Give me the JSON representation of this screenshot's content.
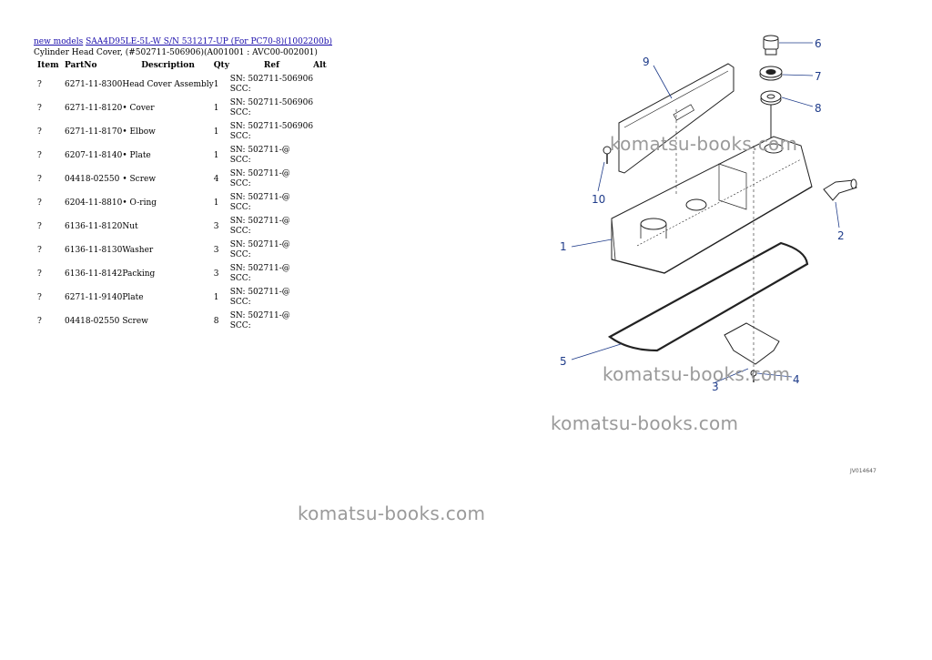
{
  "header": {
    "link1": "new models",
    "link2": "SAA4D95LE-5L-W S/N 531217-UP (For PC70-8)(1002200b)",
    "subtitle": "Cylinder Head Cover, (#502711-506906)(A001001 : AVC00-002001)"
  },
  "table": {
    "columns": [
      "Item",
      "PartNo",
      "Description",
      "Qty",
      "Ref",
      "Alt"
    ],
    "rows": [
      {
        "item": "?",
        "part": "6271-11-8300",
        "desc": "Head Cover Assembly",
        "qty": "1",
        "ref1": "SN: 502711-506906",
        "ref2": "SCC:"
      },
      {
        "item": "?",
        "part": "6271-11-8120",
        "desc": "• Cover",
        "qty": "1",
        "ref1": "SN: 502711-506906",
        "ref2": "SCC:"
      },
      {
        "item": "?",
        "part": "6271-11-8170",
        "desc": "• Elbow",
        "qty": "1",
        "ref1": "SN: 502711-506906",
        "ref2": "SCC:"
      },
      {
        "item": "?",
        "part": "6207-11-8140",
        "desc": "• Plate",
        "qty": "1",
        "ref1": "SN: 502711-@",
        "ref2": "SCC:"
      },
      {
        "item": "?",
        "part": "04418-02550",
        "desc": " • Screw",
        "qty": "4",
        "ref1": "SN: 502711-@",
        "ref2": "SCC:"
      },
      {
        "item": "?",
        "part": "6204-11-8810",
        "desc": "• O-ring",
        "qty": "1",
        "ref1": "SN: 502711-@",
        "ref2": "SCC:"
      },
      {
        "item": "?",
        "part": "6136-11-8120",
        "desc": "Nut",
        "qty": "3",
        "ref1": "SN: 502711-@",
        "ref2": "SCC:"
      },
      {
        "item": "?",
        "part": "6136-11-8130",
        "desc": "Washer",
        "qty": "3",
        "ref1": "SN: 502711-@",
        "ref2": "SCC:"
      },
      {
        "item": "?",
        "part": "6136-11-8142",
        "desc": "Packing",
        "qty": "3",
        "ref1": "SN: 502711-@",
        "ref2": "SCC:"
      },
      {
        "item": "?",
        "part": "6271-11-9140",
        "desc": "Plate",
        "qty": "1",
        "ref1": "SN: 502711-@",
        "ref2": "SCC:"
      },
      {
        "item": "?",
        "part": "04418-02550",
        "desc": "Screw",
        "qty": "8",
        "ref1": "SN: 502711-@",
        "ref2": "SCC:"
      }
    ]
  },
  "diagram": {
    "callouts": [
      "1",
      "2",
      "3",
      "4",
      "5",
      "6",
      "7",
      "8",
      "9",
      "10"
    ],
    "figure_code": "JV014647"
  },
  "watermarks": [
    "komatsu-books.com",
    "komatsu-books.com",
    "komatsu-books.com",
    "komatsu-books.com"
  ],
  "colors": {
    "link": "#1a0dab",
    "callout": "#1f3c8a",
    "watermark": "#9a9a9a"
  }
}
